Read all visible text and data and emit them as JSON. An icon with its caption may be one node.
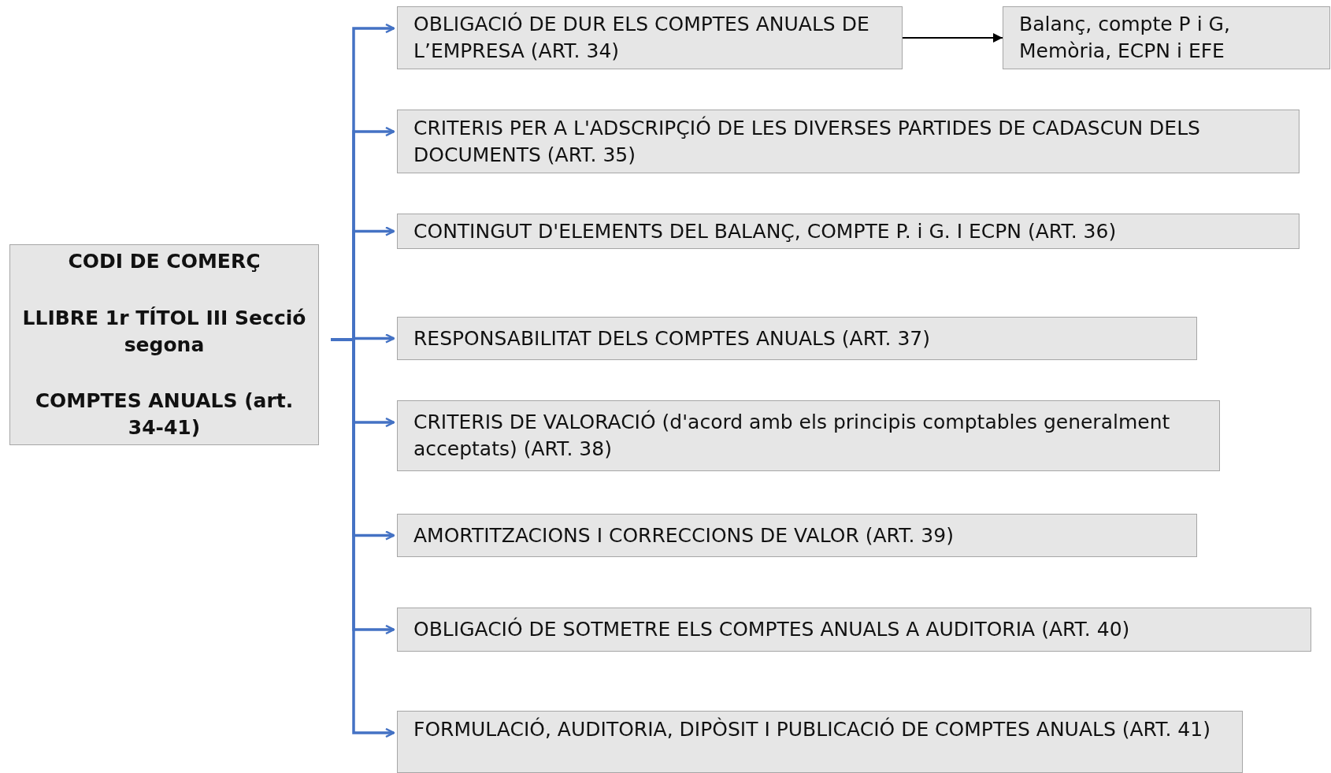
{
  "diagram": {
    "nodes": [
      {
        "text": [
          "CODI DE COMERÇ",
          "LLIBRE 1r TÍTOL III Secció segona",
          "COMPTES ANUALS (art. 34-41)"
        ]
      },
      {
        "text": [
          "OBLIGACIÓ DE DUR ELS COMPTES ANUALS DE L’EMPRESA (ART. 34)"
        ]
      },
      {
        "text": [
          "Balanç, compte P i G, Memòria, ECPN i EFE"
        ]
      },
      {
        "text": [
          "CRITERIS PER A L'ADSCRIPÇIÓ DE LES DIVERSES PARTIDES DE CADASCUN DELS DOCUMENTS (ART. 35)"
        ]
      },
      {
        "text": [
          "CONTINGUT D'ELEMENTS DEL BALANÇ, COMPTE P. i G. I ECPN (ART. 36)"
        ]
      },
      {
        "text": [
          "RESPONSABILITAT DELS COMPTES ANUALS (ART. 37)"
        ]
      },
      {
        "text": [
          "CRITERIS DE VALORACIÓ (d'acord amb els principis comptables generalment acceptats) (ART. 38)"
        ]
      },
      {
        "text": [
          "AMORTITZACIONS I CORRECCIONS DE VALOR (ART. 39)"
        ]
      },
      {
        "text": [
          "OBLIGACIÓ DE SOTMETRE ELS COMPTES ANUALS A AUDITORIA (ART. 40)"
        ]
      },
      {
        "text": [
          "FORMULACIÓ, AUDITORIA, DIPÒSIT I PUBLICACIÓ DE COMPTES ANUALS (ART. 41)"
        ]
      }
    ],
    "edges": [
      {
        "from": 0,
        "to": 1,
        "arrow": "to"
      },
      {
        "from": 1,
        "to": 2,
        "arrow": "to",
        "color": "#000000"
      },
      {
        "from": 0,
        "to": 3,
        "arrow": "to"
      },
      {
        "from": 0,
        "to": 4,
        "arrow": "to"
      },
      {
        "from": 0,
        "to": 5,
        "arrow": "to"
      },
      {
        "from": 0,
        "to": 6,
        "arrow": "to"
      },
      {
        "from": 0,
        "to": 7,
        "arrow": "to"
      },
      {
        "from": 0,
        "to": 8,
        "arrow": "to"
      },
      {
        "from": 0,
        "to": 9,
        "arrow": "to"
      }
    ]
  }
}
